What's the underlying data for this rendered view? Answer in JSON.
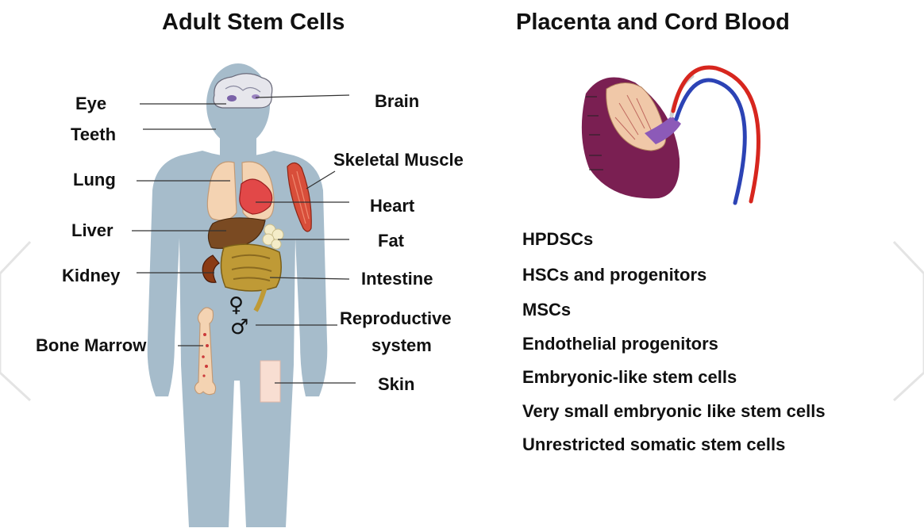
{
  "headings": {
    "left": "Adult Stem Cells",
    "right": "Placenta and Cord Blood"
  },
  "organs": {
    "eye": "Eye",
    "teeth": "Teeth",
    "lung": "Lung",
    "liver": "Liver",
    "kidney": "Kidney",
    "bone_marrow": "Bone Marrow",
    "brain": "Brain",
    "skeletal_muscle": "Skeletal Muscle",
    "heart": "Heart",
    "fat": "Fat",
    "intestine": "Intestine",
    "reproductive_line1": "Reproductive",
    "reproductive_line2": "system",
    "skin": "Skin"
  },
  "cell_types": [
    "HPDSCs",
    "HSCs and progenitors",
    "MSCs",
    "Endothelial progenitors",
    "Embryonic-like stem cells",
    "Very small embryonic like stem cells",
    "Unrestricted somatic stem cells"
  ],
  "symbols": {
    "female": "♀",
    "male": "♂"
  },
  "colors": {
    "body": "#a6bccb",
    "text": "#111111",
    "leader_line": "#333333",
    "placenta": "#7a1f52",
    "cord_artery": "#d7261e",
    "cord_vein": "#2c43b5"
  }
}
